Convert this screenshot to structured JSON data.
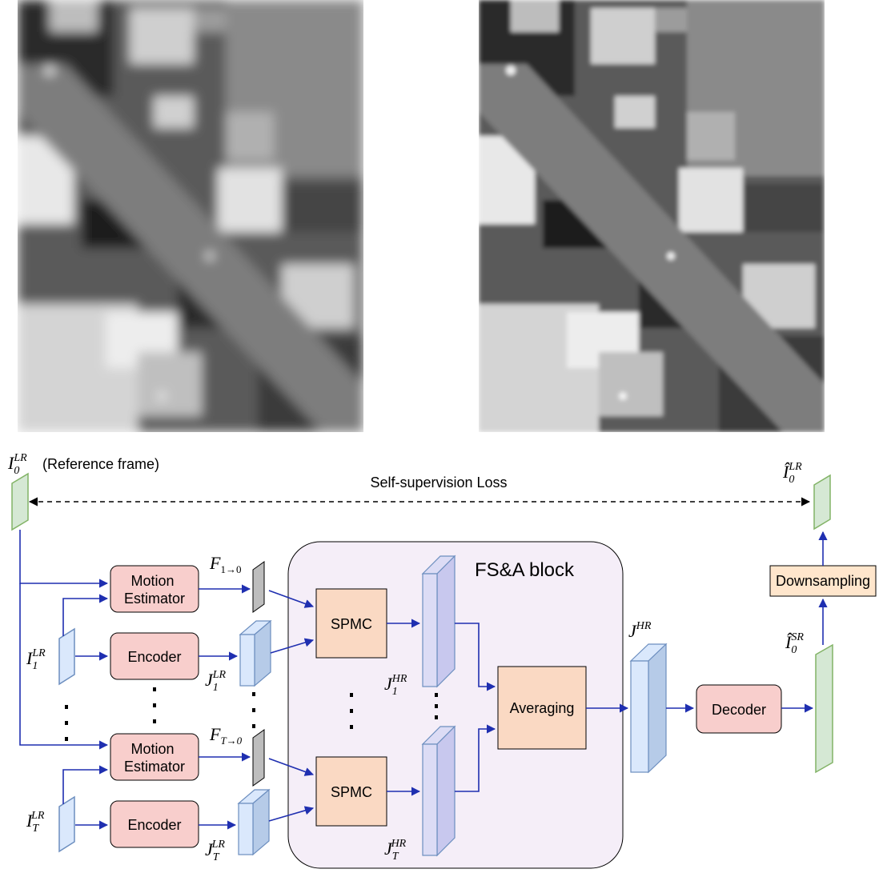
{
  "photos": {
    "left": {
      "kind": "grayscale-aerial-lr"
    },
    "right": {
      "kind": "grayscale-aerial-sr"
    }
  },
  "diagram": {
    "reference_frame_text": "(Reference frame)",
    "loss_label": "Self-supervision Loss",
    "fsa_block_label": "FS&A block",
    "motion_estimator_line1": "Motion",
    "motion_estimator_line2": "Estimator",
    "encoder_label": "Encoder",
    "spmc_label": "SPMC",
    "averaging_label": "Averaging",
    "decoder_label": "Decoder",
    "downsampling_label": "Downsampling",
    "math": {
      "i0_lr": {
        "base": "I",
        "sub": "0",
        "sup": "LR"
      },
      "i1_lr": {
        "base": "I",
        "sub": "1",
        "sup": "LR"
      },
      "it_lr": {
        "base": "I",
        "sub": "T",
        "sup": "LR"
      },
      "f1": {
        "base": "F",
        "sub": "1→0"
      },
      "ft": {
        "base": "F",
        "sub": "T→0"
      },
      "j1_lr": {
        "base": "J",
        "sub": "1",
        "sup": "LR"
      },
      "jt_lr": {
        "base": "J",
        "sub": "T",
        "sup": "LR"
      },
      "j1_hr": {
        "base": "J",
        "sub": "1",
        "sup": "HR"
      },
      "jt_hr": {
        "base": "J",
        "sub": "T",
        "sup": "HR"
      },
      "j_hr": {
        "base": "J",
        "sup": "HR"
      },
      "i0_sr_hat": {
        "base": "Î",
        "sub": "0",
        "sup": "SR"
      },
      "i0_lr_hat": {
        "base": "Î",
        "sub": "0",
        "sup": "LR"
      }
    },
    "colors": {
      "arrow": "#1f2fb0",
      "motion_fill": "#f8cecc",
      "encoder_fill": "#f8cecc",
      "spmc_fill": "#fad9c3",
      "down_fill": "#ffe6cc",
      "fsa_fill": "#f5eef8",
      "green_fill": "#d5e8d4",
      "green_stroke": "#82b366",
      "blue_fill": "#dae8fc",
      "blue_stroke": "#6c8ebf",
      "purple_fill": "#dcdcf5",
      "flow_fill": "#bdbdbd"
    }
  }
}
